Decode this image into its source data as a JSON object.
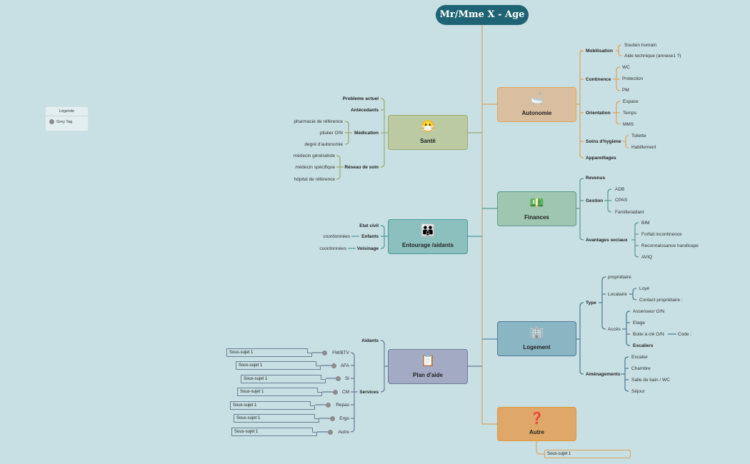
{
  "root": {
    "label": "Mr/Mme X - Age"
  },
  "legend": {
    "title": "Légende",
    "item": "Grey Tag"
  },
  "colors": {
    "background": "#c8dfe3",
    "root": "#1f6474",
    "main_line": "#e0a45a"
  },
  "main_nodes": {
    "autonomie": {
      "label": "Autonomie",
      "icon": "bath-icon"
    },
    "finances": {
      "label": "Finances",
      "icon": "money-icon"
    },
    "logement": {
      "label": "Logement",
      "icon": "building-icon"
    },
    "autre": {
      "label": "Autre",
      "icon": "question-icon"
    },
    "sante": {
      "label": "Santé",
      "icon": "face-icon"
    },
    "entourage": {
      "label": "Entourage /aidants",
      "icon": "family-icon"
    },
    "plan": {
      "label": "Plan d'aide",
      "icon": "checklist-icon"
    }
  },
  "autonomie": {
    "mobilisation": "Mobilisation",
    "soutien": "Soutien humain",
    "aide_tech": "Aide technique  (annexe1 ?)",
    "continence": "Continence",
    "wc": "WC",
    "protection": "Protection",
    "pm": "PM",
    "orientation": "Orientation",
    "espace": "Espace",
    "temps": "Temps",
    "mms": "MMS",
    "soins": "Soins d'hygiène",
    "toilette": "Toilette",
    "habillement": "Habillement",
    "appareillages": "Appareillages"
  },
  "finances": {
    "revenus": "Revenus",
    "gestion": "Gestion",
    "adb": "ADB",
    "cpas": "CPAS",
    "famille": "Famille/aidant",
    "avantages": "Avantages sociaux",
    "bim": "BIM",
    "forfait": "Forfait incontinence",
    "reconnaissance": "Reconnaissance handicape",
    "aviq": "AVIQ"
  },
  "logement": {
    "type": "Type",
    "proprietaire": "propriétaire",
    "locataire": "Locataire",
    "loye": "Loyé",
    "contact": "Contact propriétaire :",
    "acces": "Accès",
    "ascenseur": "Ascenseur O/N",
    "etage": "Etage",
    "boite": "Boite à clé O/N",
    "code": "Code :",
    "escaliers": "Escaliers",
    "amenagements": "Aménagements",
    "escalier": "Escalier",
    "chambre": "Chambre",
    "sdb": "Salle de bain / WC",
    "sejour": "Séjour"
  },
  "autre": {
    "sous": "Sous-sujet 1"
  },
  "sante": {
    "probleme": "Probleme actuel",
    "antecedants": "Antécedants",
    "medication": "Médication",
    "pharmacie": "pharmacie de référence",
    "pilulier": "pilulier O/N",
    "degre": "degré d'autonomie",
    "reseau": "Réseau de soin",
    "medecin_g": "médecin généraliste",
    "medecin_s": "médecin spécifique",
    "hopital": "hôpital de référence"
  },
  "entourage": {
    "etat": "Etat civil",
    "enfants": "Enfants",
    "coord1": "coordonnées",
    "voisinage": "Voisinage",
    "coord2": "coordonnées"
  },
  "plan": {
    "aidants": "Aidants",
    "services": "Services",
    "items": [
      {
        "label": "FM/BTV",
        "sub": "Sous-sujet 1"
      },
      {
        "label": "AFA",
        "sub": "Sous-sujet 1"
      },
      {
        "label": "SI",
        "sub": "Sous-sujet 1"
      },
      {
        "label": "CM",
        "sub": "Sous-sujet 1"
      },
      {
        "label": "Repas",
        "sub": "Sous-sujet 1"
      },
      {
        "label": "Ergo",
        "sub": "Sous-sujet 1"
      },
      {
        "label": "Autre",
        "sub": "Sous-sujet 1"
      }
    ]
  }
}
